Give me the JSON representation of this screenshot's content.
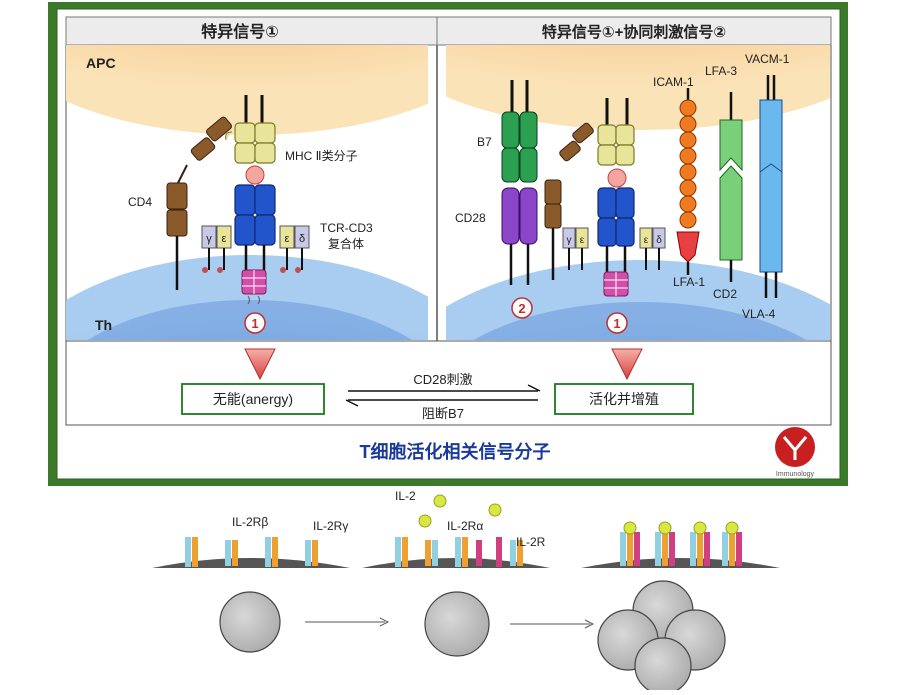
{
  "top_figure": {
    "left_panel": {
      "title": "特异信号①",
      "apc_label": "APC",
      "th_label": "Th",
      "cd4_label": "CD4",
      "mhc_label": "MHC Ⅱ类分子",
      "tcr_label_line1": "TCR-CD3",
      "tcr_label_line2": "复合体",
      "gamma": "γ",
      "epsilon": "ε",
      "delta": "δ",
      "signal_marker": "1"
    },
    "right_panel": {
      "title": "特异信号①+协同刺激信号②",
      "b7_label": "B7",
      "cd28_label": "CD28",
      "icam_label": "ICAM-1",
      "lfa3_label": "LFA-3",
      "vacm_label": "VACM-1",
      "lfa1_label": "LFA-1",
      "cd2_label": "CD2",
      "vla4_label": "VLA-4",
      "signal_marker_1": "1",
      "signal_marker_2": "2"
    },
    "outcomes": {
      "left_box": "无能(anergy)",
      "right_box": "活化并增殖",
      "forward_label": "CD28刺激",
      "reverse_label": "阻断B7"
    },
    "caption": "T细胞活化相关信号分子",
    "logo_text": "Immunology"
  },
  "bottom_figure": {
    "il2rb": "IL-2Rβ",
    "il2rg": "IL-2Rγ",
    "il2": "IL-2",
    "il2ra": "IL-2Rα",
    "il2r": "IL-2R"
  },
  "colors": {
    "frame_green": "#3a7a2a",
    "apc_orange": "#f7c98a",
    "th_blue": "#6ea3dd",
    "arrow_red": "#e06060"
  }
}
